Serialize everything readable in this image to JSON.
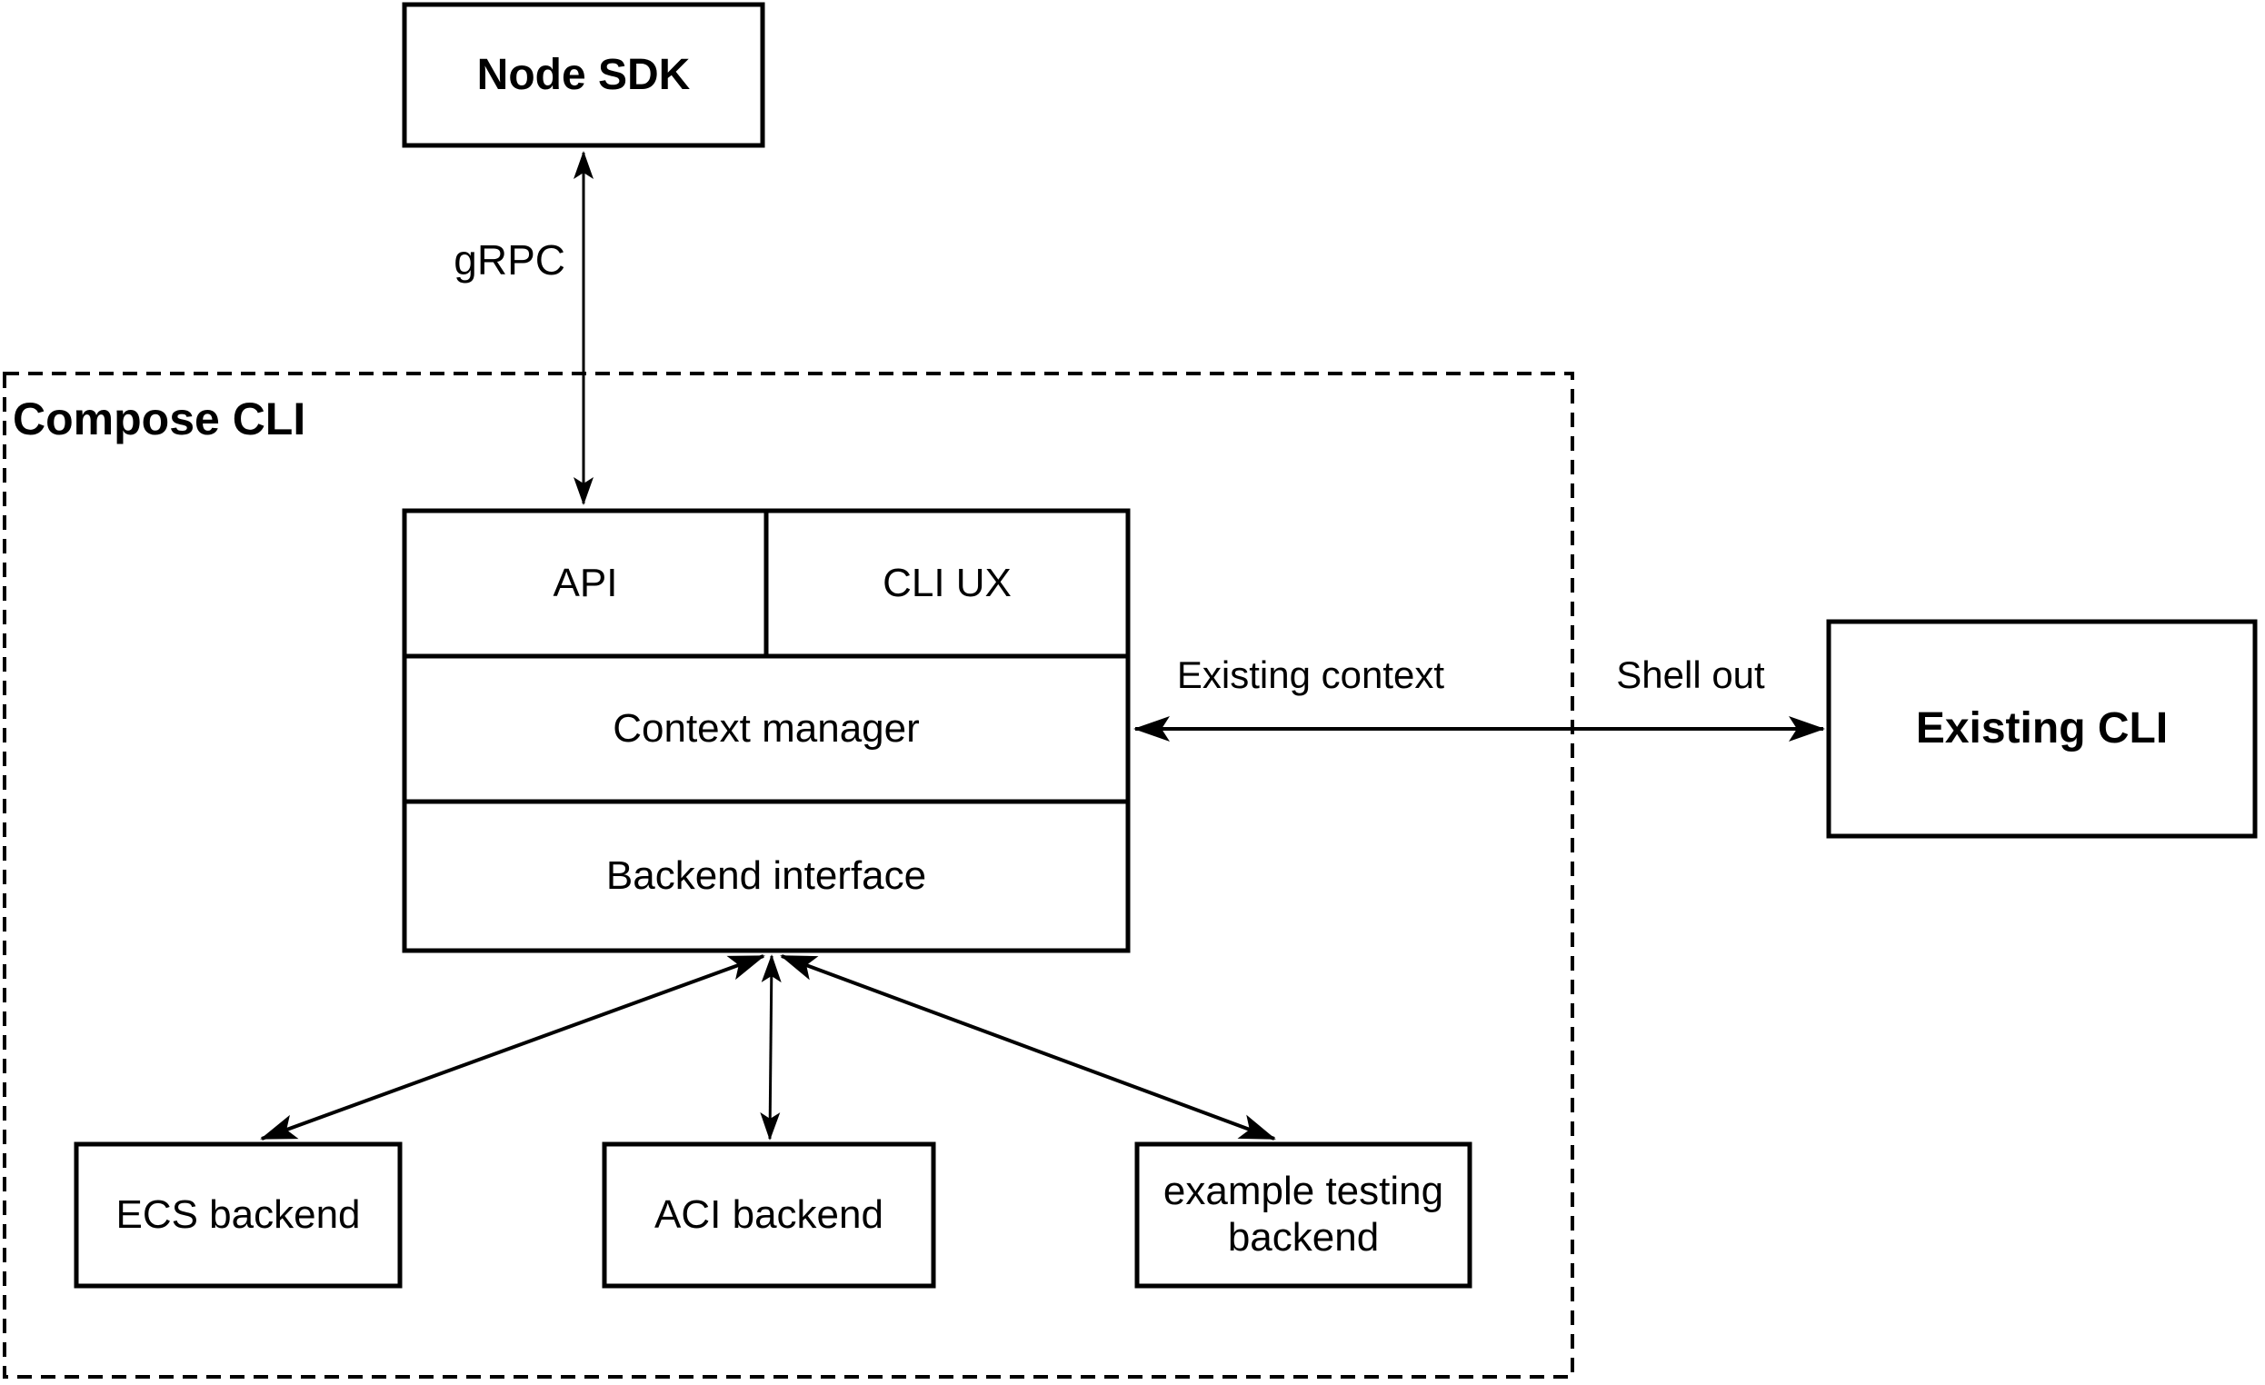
{
  "diagram": {
    "background": "#ffffff",
    "stroke_color": "#000000",
    "nodes": {
      "node_sdk": {
        "label": "Node SDK"
      },
      "compose_cli_group": {
        "label": "Compose CLI"
      },
      "api": {
        "label": "API"
      },
      "cli_ux": {
        "label": "CLI UX"
      },
      "context_manager": {
        "label": "Context manager"
      },
      "backend_interface": {
        "label": "Backend interface"
      },
      "existing_cli": {
        "label": "Existing CLI"
      },
      "ecs_backend": {
        "label": "ECS backend"
      },
      "aci_backend": {
        "label": "ACI backend"
      },
      "example_testing_backend": {
        "label": "example testing backend"
      }
    },
    "edges": {
      "grpc": {
        "label": "gRPC"
      },
      "existing_context": {
        "label": "Existing context"
      },
      "shell_out": {
        "label": "Shell out"
      }
    }
  }
}
